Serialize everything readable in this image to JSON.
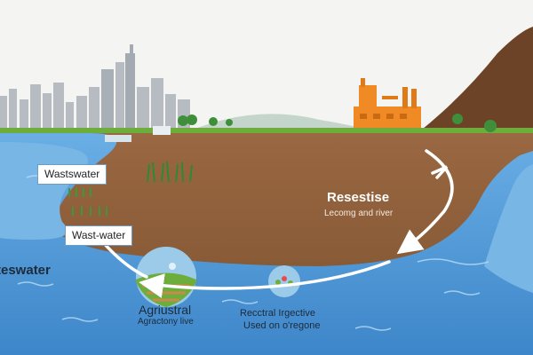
{
  "labels": {
    "wastewater_box_top": "Wastswater",
    "wastewater_box_mid": "Wast-water",
    "wastewater_left": "teswater",
    "resestise_title": "Resestise",
    "resestise_sub": "Lecomg and river",
    "agri_title": "Agriustral",
    "agri_sub": "Agractony live",
    "recreational_title": "Recctral Irgective",
    "recreational_sub": "Used on o'regone"
  },
  "colors": {
    "sky": "#f4f4f2",
    "ground": "#8e5f3c",
    "ground_dark": "#6f4a2e",
    "grass": "#6cad3c",
    "water": "#4f97d6",
    "water_light": "#8cc3ec",
    "factory": "#f08a24",
    "buildings": "#b7bcc2",
    "mountain": "#6d4328",
    "arrow": "#ffffff"
  }
}
